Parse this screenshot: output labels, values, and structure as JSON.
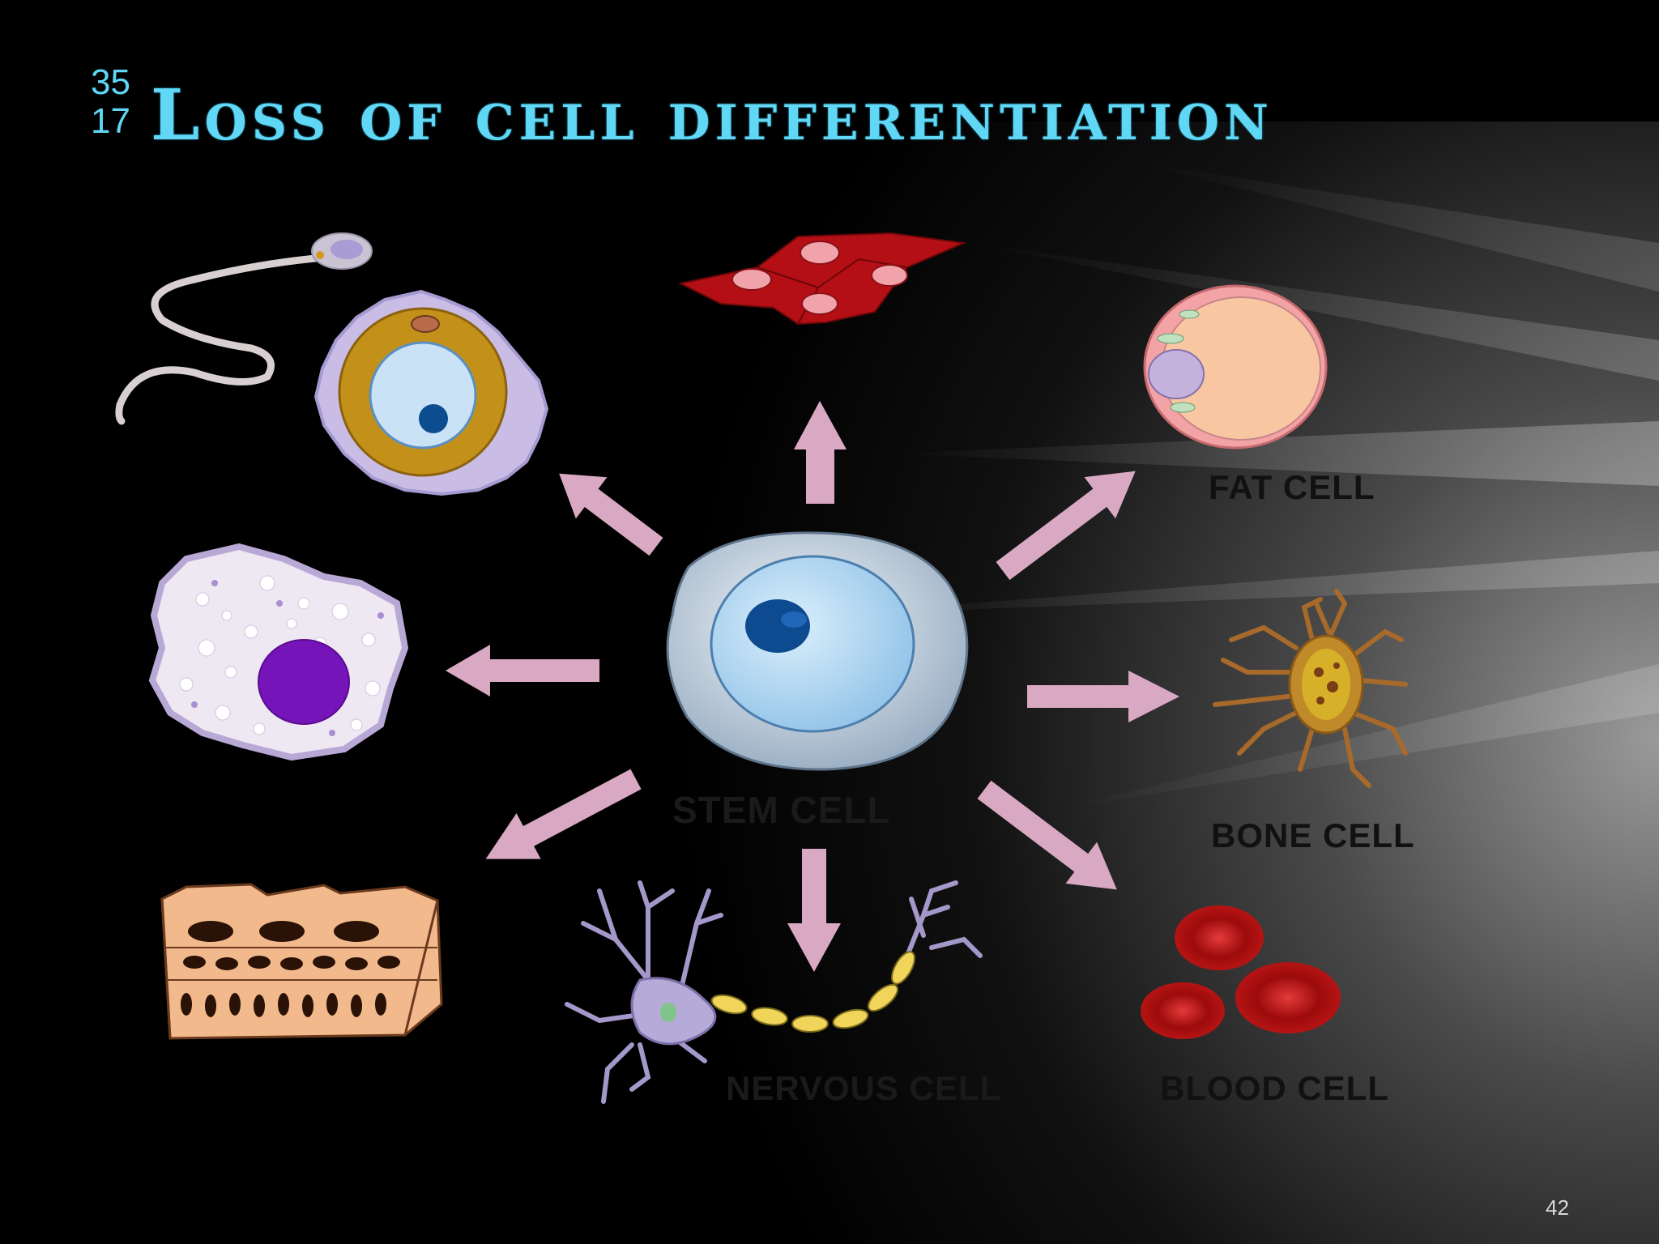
{
  "slide": {
    "title": "Loss of cell differentiation",
    "superscript": "35",
    "subscript": "17",
    "page_number": "42"
  },
  "labels": {
    "fat": "FAT CELL",
    "stem": "STEM CELL",
    "bone": "BONE CELL",
    "nervous": "NERVOUS CELL",
    "blood": "BLOOD CELL"
  },
  "colors": {
    "title": "#5fd7f5",
    "arrow": "#d9a9c4"
  }
}
